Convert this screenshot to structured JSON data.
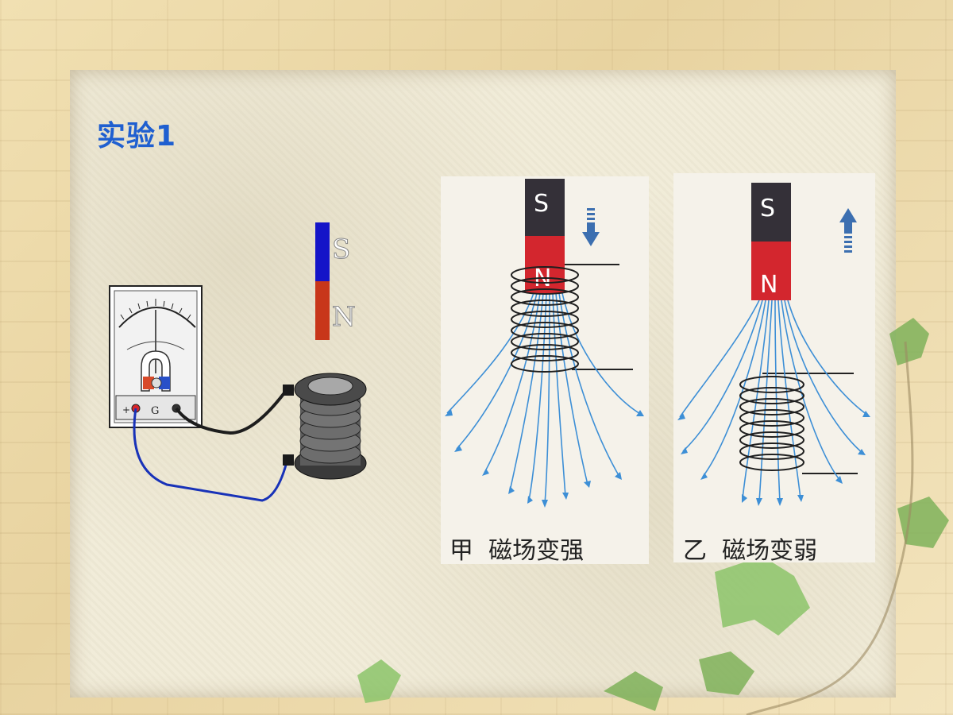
{
  "slide": {
    "title": "实验1"
  },
  "apparatus": {
    "galvanometer_plus": "+",
    "galvanometer_label": "G",
    "magnet_south": "S",
    "magnet_north": "N"
  },
  "panel_a": {
    "magnet_south": "S",
    "magnet_north": "N",
    "caption": "甲  磁场变强"
  },
  "panel_b": {
    "magnet_south": "S",
    "magnet_north": "N",
    "caption": "乙  磁场变弱"
  },
  "colors": {
    "title": "#1f5fd0",
    "magnet_red": "#d3262e",
    "magnet_dark": "#343038",
    "field_line": "#3d8fd6",
    "wire_blue": "#1832b8",
    "bar_blue": "#1414c8",
    "bar_red": "#c8361a"
  }
}
